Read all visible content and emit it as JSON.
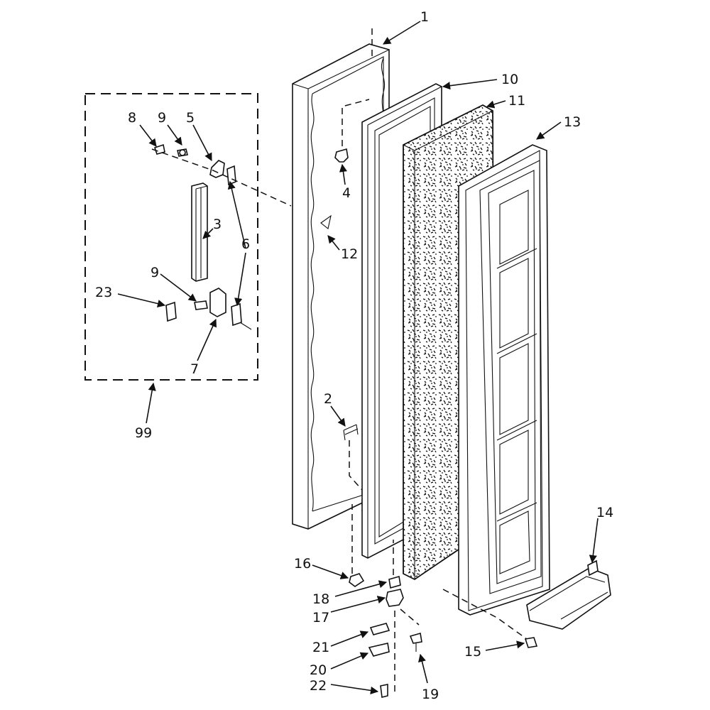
{
  "callouts": {
    "c1": "1",
    "c2": "2",
    "c3": "3",
    "c4": "4",
    "c5": "5",
    "c6": "6",
    "c7": "7",
    "c8": "8",
    "c9a": "9",
    "c9b": "9",
    "c10": "10",
    "c11": "11",
    "c12": "12",
    "c13": "13",
    "c14": "14",
    "c15": "15",
    "c16": "16",
    "c17": "17",
    "c18": "18",
    "c19": "19",
    "c20": "20",
    "c21": "21",
    "c22": "22",
    "c23": "23",
    "c99": "99"
  }
}
